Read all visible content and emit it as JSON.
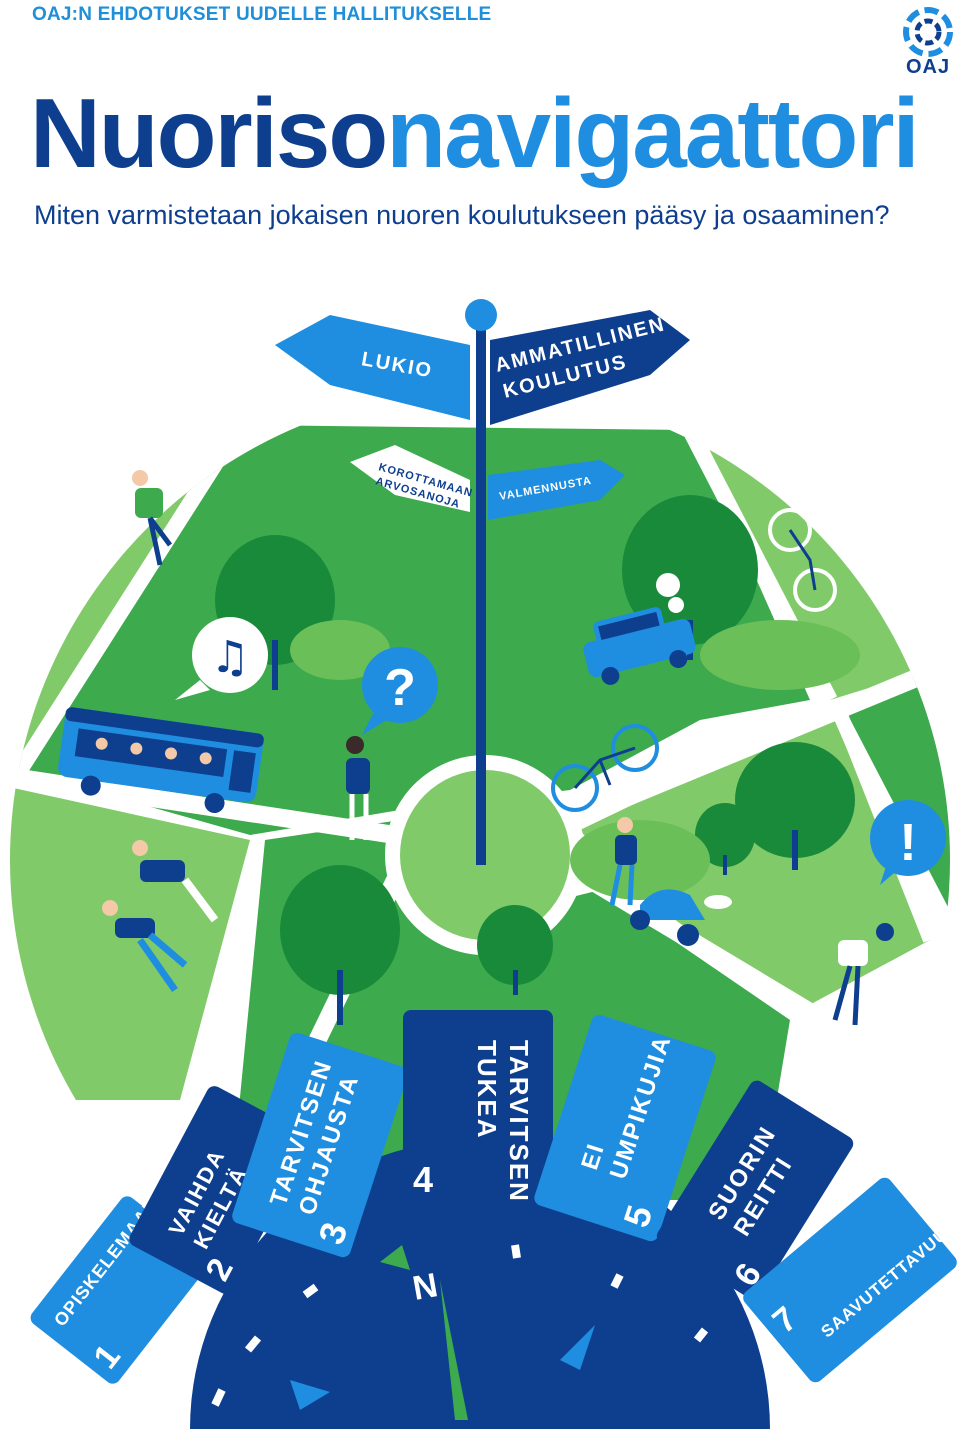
{
  "header": {
    "kicker": "OAJ:N EHDOTUKSET UUDELLE HALLITUKSELLE",
    "title_part1": "Nuoriso",
    "title_part2": "navigaattori",
    "subtitle": "Miten varmistetaan jokaisen nuoren koulutukseen pääsy ja osaaminen?",
    "logo_text": "OAJ"
  },
  "signs": {
    "top_left": "LUKIO",
    "top_right_line1": "AMMATILLINEN",
    "top_right_line2": "KOULUTUS",
    "mid_left_line1": "KOROTTAMAAN",
    "mid_left_line2": "ARVOSANOJA",
    "mid_right": "VALMENNUSTA"
  },
  "bubbles": {
    "question": "?",
    "exclamation": "!",
    "music": "♫"
  },
  "cards": [
    {
      "number": "1",
      "line1": "OPISKELEMAAN!",
      "line2": ""
    },
    {
      "number": "2",
      "line1": "VAIHDA",
      "line2": "KIELTÄ"
    },
    {
      "number": "3",
      "line1": "TARVITSEN",
      "line2": "OHJAUSTA"
    },
    {
      "number": "4",
      "line1": "TARVITSEN",
      "line2": "TUKEA"
    },
    {
      "number": "5",
      "line1": "EI",
      "line2": "UMPIKUJIA"
    },
    {
      "number": "6",
      "line1": "SUORIN",
      "line2": "REITTI"
    },
    {
      "number": "7",
      "line1": "SAAVUTETTAVUUS",
      "line2": ""
    }
  ],
  "compass": {
    "north": "N"
  },
  "colors": {
    "navy": "#0e3f8f",
    "blue": "#1f8ee0",
    "green_dark": "#3aa84a",
    "green_light": "#7cc96a"
  }
}
